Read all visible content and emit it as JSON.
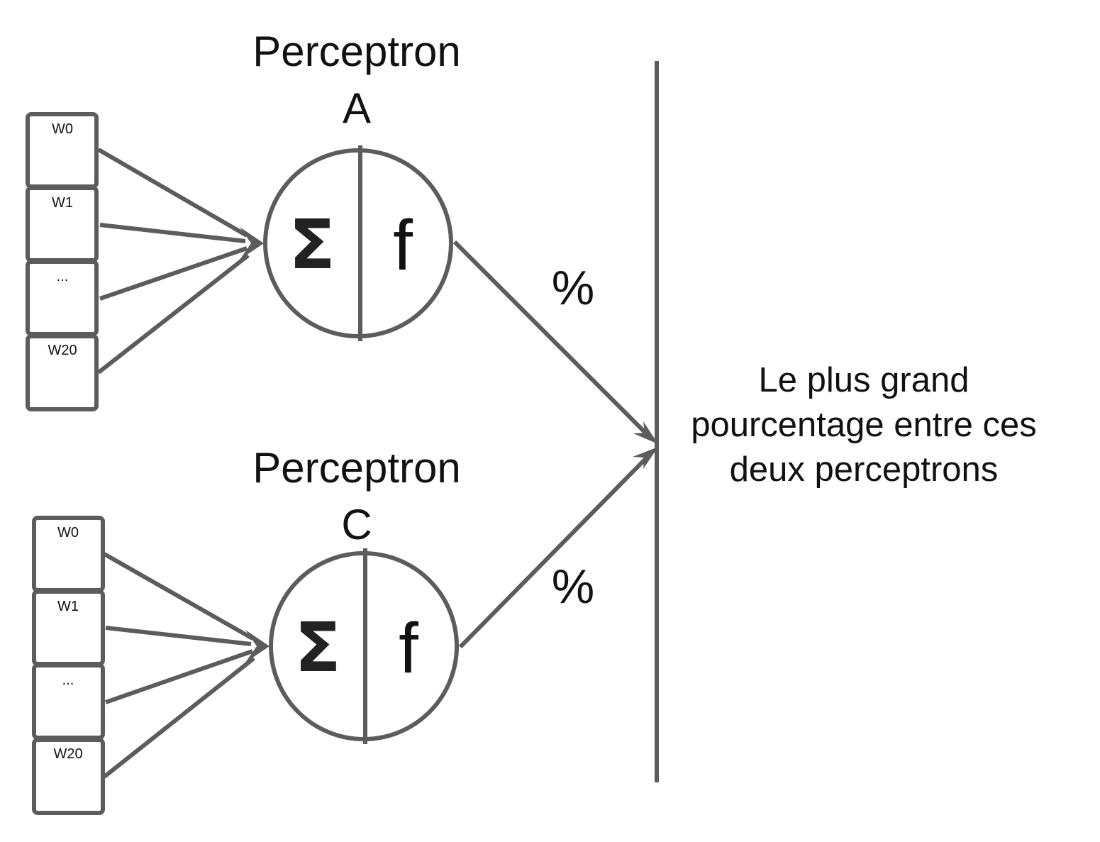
{
  "colors": {
    "stroke": "#5c5c5c",
    "text": "#111111",
    "background": "#ffffff"
  },
  "perceptrons": [
    {
      "title_line1": "Perceptron",
      "title_line2": "A",
      "inputs": [
        "W0",
        "W1",
        "...",
        "W20"
      ],
      "sum_symbol": "Σ",
      "activation_symbol": "f",
      "output_label": "%"
    },
    {
      "title_line1": "Perceptron",
      "title_line2": "C",
      "inputs": [
        "W0",
        "W1",
        "...",
        "W20"
      ],
      "sum_symbol": "Σ",
      "activation_symbol": "f",
      "output_label": "%"
    }
  ],
  "result": {
    "lines": [
      "Le plus grand",
      "pourcentage entre ces",
      "deux perceptrons"
    ]
  }
}
